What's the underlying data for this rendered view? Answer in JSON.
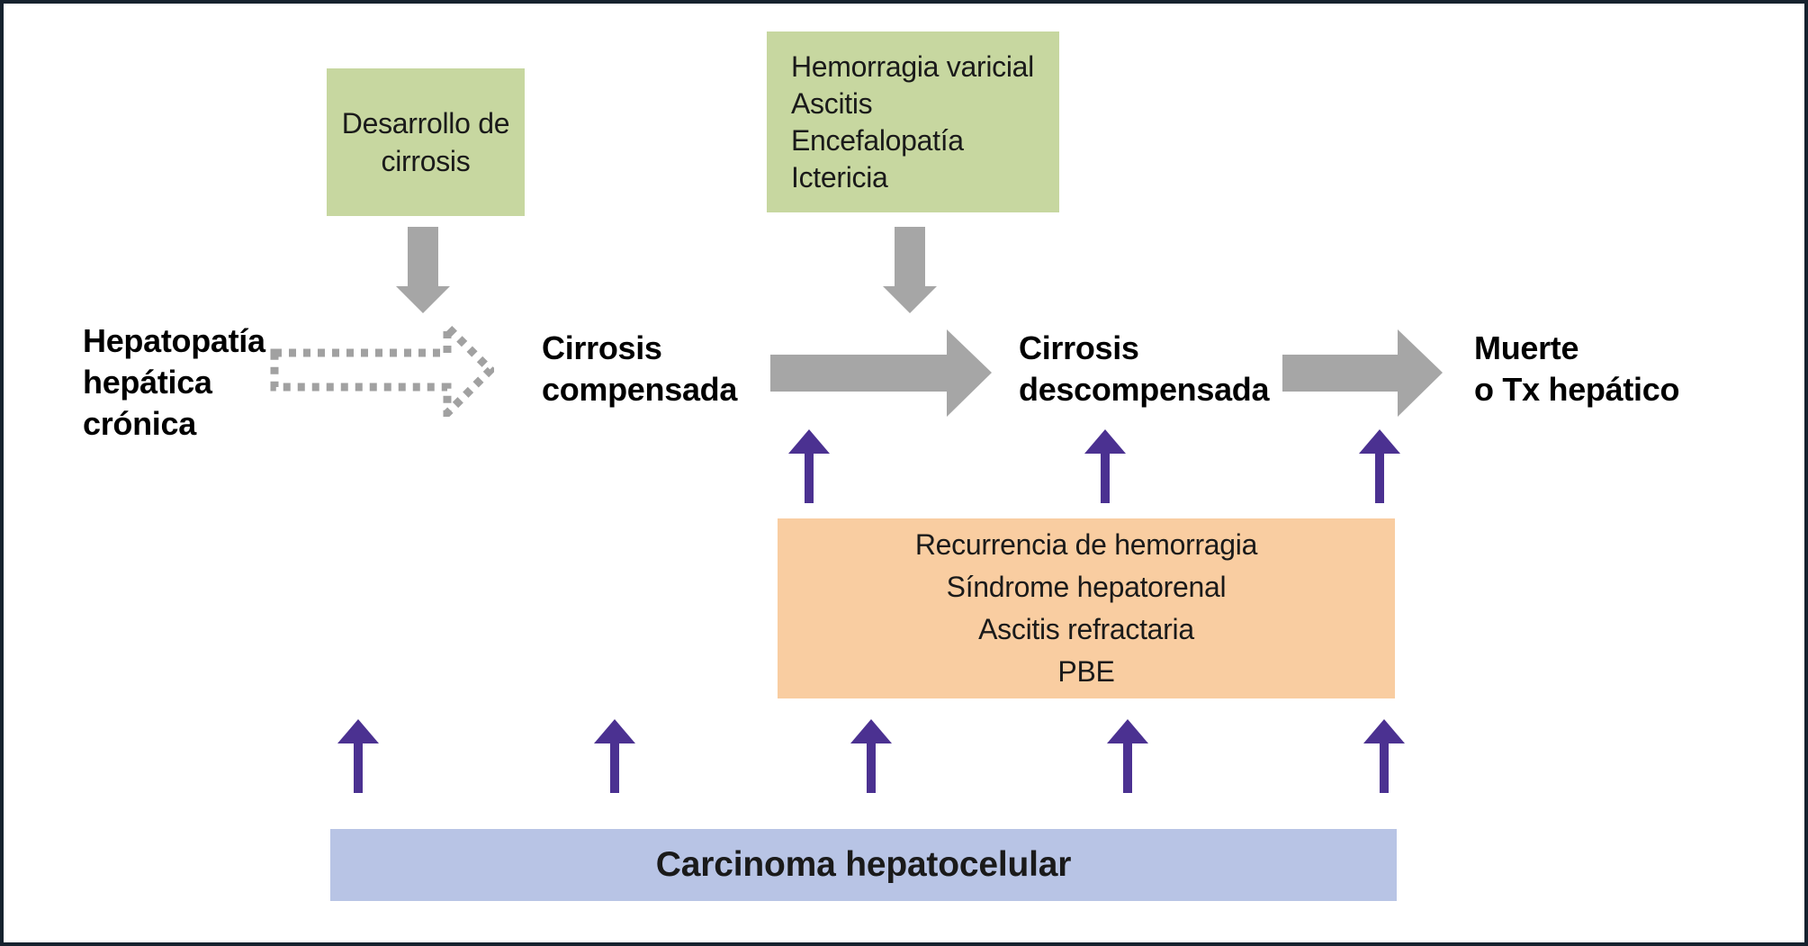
{
  "figure": {
    "type": "flow-diagram",
    "language": "es",
    "background": "#ffffff",
    "border_color": "#16222e",
    "colors": {
      "green_box": "#c7d7a0",
      "orange_box": "#f9cda1",
      "blue_box": "#b8c4e5",
      "purple_arrow": "#4b3191",
      "gray_arrow": "#a6a6a6",
      "dotted_arrow": "#a1a1a1",
      "text": "#1a1a1a"
    },
    "stages": {
      "chronic_liver_disease": "Hepatopatía\nhepática\ncrónica",
      "compensated_cirrhosis": "Cirrosis\ncompensada",
      "decompensated_cirrhosis": "Cirrosis\ndescompensada",
      "death_or_transplant": "Muerte\no Tx hepático"
    },
    "boxes": {
      "cirrhosis_development": "Desarrollo de\ncirrosis",
      "decompensation_events": "Hemorragia varicial\nAscitis\nEncefalopatía\nIctericia",
      "complications": "Recurrencia de hemorragia\nSíndrome hepatorenal\nAscitis refractaria\nPBE",
      "hepatocellular_carcinoma": "Carcinoma hepatocelular"
    }
  }
}
